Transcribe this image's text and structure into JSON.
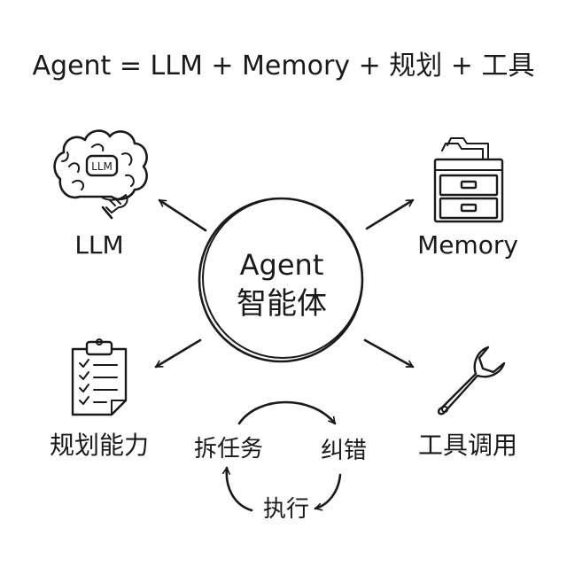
{
  "title": "Agent = LLM + Memory + 规划 + 工具",
  "center": {
    "line1": "Agent",
    "line2": "智能体"
  },
  "nodes": {
    "llm": {
      "label": "LLM",
      "badge": "LLM"
    },
    "memory": {
      "label": "Memory"
    },
    "planning": {
      "label": "规划能力"
    },
    "tools": {
      "label": "工具调用"
    }
  },
  "cycle": {
    "decompose": "拆任务",
    "correct": "纠错",
    "execute": "执行"
  },
  "colors": {
    "ink": "#1a1a1a",
    "background": "#ffffff"
  },
  "icons": {
    "llm": "brain-icon",
    "memory": "file-cabinet-icon",
    "planning": "clipboard-checklist-icon",
    "tools": "wrench-icon"
  }
}
